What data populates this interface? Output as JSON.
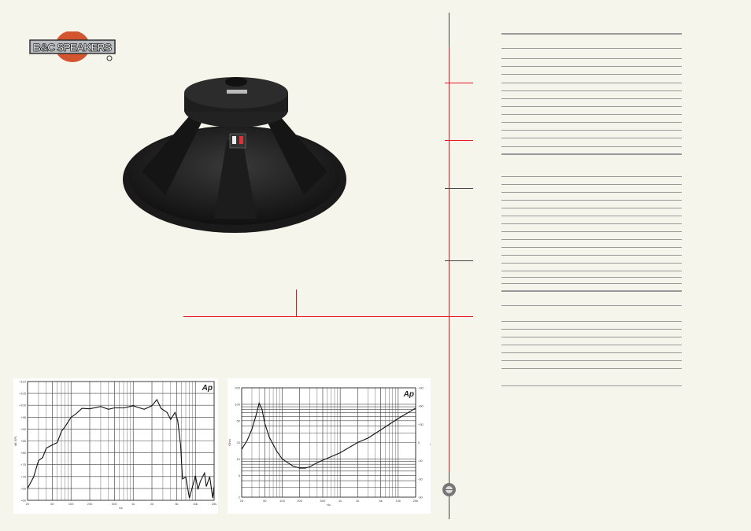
{
  "logo": {
    "text": "B&C SPEAKERS",
    "mark": "®"
  },
  "product_label": "",
  "colors": {
    "accent": "#e8131b",
    "rule": "#999999",
    "background": "#f5f5ec",
    "logo_orange": "#d2552f"
  },
  "chart_data": [
    {
      "type": "line",
      "title": "",
      "xlabel": "Hz",
      "ylabel": "dB SPL",
      "xscale": "log",
      "xlim": [
        20,
        20000
      ],
      "ylim": [
        60,
        110
      ],
      "grid": true,
      "watermark": "Ap",
      "x_ticks": [
        "20",
        "50",
        "100",
        "200",
        "500",
        "1k",
        "2k",
        "5k",
        "10k",
        "20k"
      ],
      "y_ticks": [
        "+110",
        "+105",
        "+100",
        "+95",
        "+90",
        "+85",
        "+80",
        "+75",
        "+70",
        "+65",
        "+60"
      ],
      "series": [
        {
          "x": [
            20,
            25,
            30,
            35,
            40,
            50,
            60,
            70,
            80,
            100,
            120,
            150,
            200,
            300,
            400,
            500,
            700,
            1000,
            1500,
            2000,
            2400,
            2800,
            3500,
            4000,
            4700,
            5200,
            5800,
            6200,
            7000,
            8000,
            9000,
            10000,
            11000,
            12000,
            14000,
            15000,
            17000,
            19000,
            20000
          ],
          "y": [
            65,
            69.8,
            76.7,
            78,
            82,
            83.3,
            84.3,
            89,
            91,
            94.9,
            96.4,
            98.7,
            98.5,
            99.5,
            98.3,
            98.9,
            98.9,
            99.8,
            98.3,
            99.8,
            102.4,
            98.7,
            97,
            94,
            97,
            93.5,
            83,
            69,
            69.8,
            61,
            65.8,
            70.4,
            64.6,
            68,
            71.5,
            65.8,
            70,
            61,
            65.8
          ]
        }
      ]
    },
    {
      "type": "line",
      "title": "",
      "xlabel": "Hz",
      "ylabel": "Ohm",
      "y2label": "deg",
      "xscale": "log",
      "yscale": "log",
      "xlim": [
        20,
        20000
      ],
      "ylim": [
        2,
        200
      ],
      "grid": true,
      "watermark": "Ap",
      "x_ticks": [
        "20",
        "50",
        "100",
        "200",
        "500",
        "1k",
        "2k",
        "5k",
        "10k",
        "20k"
      ],
      "y_ticks": [
        "200",
        "100",
        "50",
        "20",
        "10",
        "5",
        "2"
      ],
      "y2_ticks": [
        "+90",
        "+60",
        "+30",
        "0",
        "-30",
        "-60",
        "-90"
      ],
      "series": [
        {
          "x": [
            20,
            25,
            30,
            35,
            40,
            45,
            50,
            60,
            80,
            100,
            150,
            200,
            250,
            300,
            400,
            500,
            700,
            1000,
            2000,
            3000,
            5000,
            10000,
            20000
          ],
          "y": [
            15,
            22,
            35,
            60,
            105,
            80,
            45,
            25,
            14,
            10,
            7.5,
            6.8,
            6.8,
            7.2,
            8.5,
            9.5,
            11,
            13,
            20,
            24,
            34,
            55,
            85
          ]
        }
      ]
    }
  ]
}
